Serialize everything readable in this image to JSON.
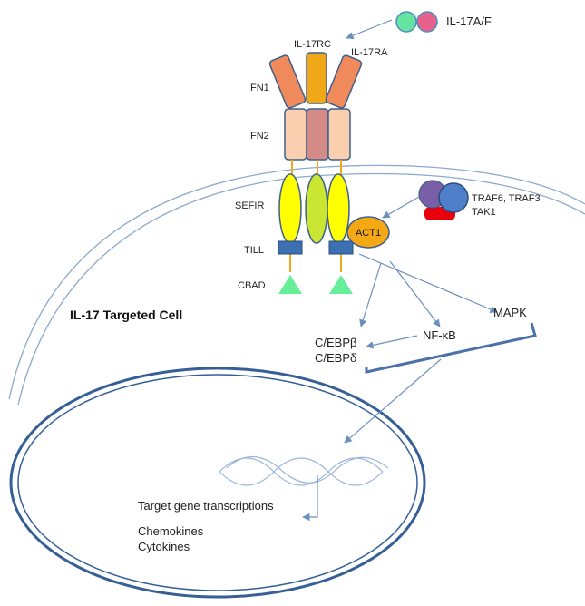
{
  "ligand": {
    "label": "IL-17A/F"
  },
  "receptors": {
    "rc_label": "IL-17RC",
    "ra_label": "IL-17RA"
  },
  "domains": {
    "fn1": "FN1",
    "fn2": "FN2",
    "sefir": "SEFIR",
    "till": "TILL",
    "cbad": "CBAD"
  },
  "adaptors": {
    "act1": "ACT1",
    "traf_line1": "TRAF6, TRAF3",
    "traf_line2": "TAK1"
  },
  "pathways": {
    "mapk": "MAPK",
    "nfkb": "NF-κB",
    "cebpb": "C/EBPβ",
    "cebpd": "C/EBPδ"
  },
  "cell": {
    "label": "IL-17 Targeted Cell"
  },
  "nucleus": {
    "transcription": "Target gene transcriptions",
    "chemokines": "Chemokines",
    "cytokines": "Cytokines"
  },
  "colors": {
    "ligand_green": "#66e3a0",
    "ligand_pink": "#e8608c",
    "fn1_orange": "#f08a5c",
    "rc_gold": "#f0a818",
    "fn2_peach": "#f9cfb0",
    "fn2_rose": "#d48a86",
    "sefir_yellow": "#ffff00",
    "sefir_lime": "#c8e632",
    "till_blue": "#3c70b0",
    "cbad_green": "#66ee99",
    "act1_orange": "#f4a814",
    "traf_purple": "#7a5fa8",
    "traf_blue": "#4f7fc8",
    "tak1_red": "#e8000c",
    "membrane": "#8aa9cc",
    "nucleus": "#355f96",
    "arrow": "#6b8fbe"
  }
}
